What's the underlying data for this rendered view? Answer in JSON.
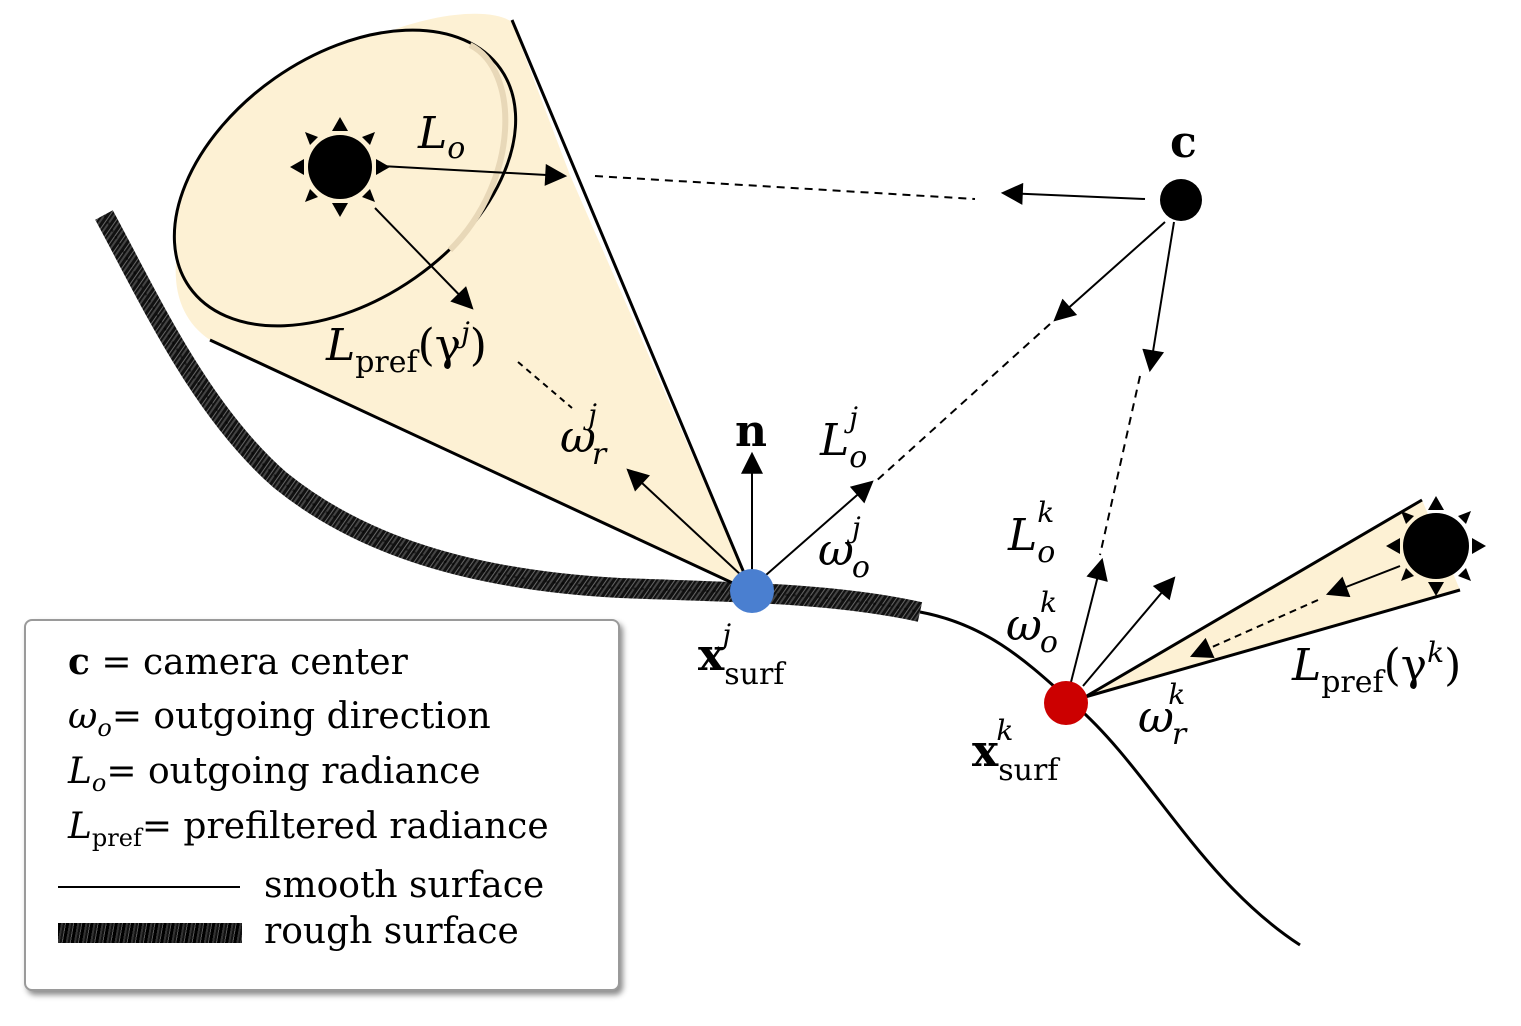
{
  "labels": {
    "camera": "c",
    "normal": "n",
    "L_o_cone": "L",
    "L_o_cone_sub": "o",
    "L_pref_j": "L",
    "L_pref_j_sub": "pref",
    "L_pref_j_arg": "(γ",
    "L_pref_j_sup": "j",
    "L_pref_j_close": ")",
    "omega_r_j": "ω",
    "omega_r_j_sub": "r",
    "omega_r_j_sup": "j",
    "L_o_j": "L",
    "L_o_j_sub": "o",
    "L_o_j_sup": "j",
    "omega_o_j": "ω",
    "omega_o_j_sub": "o",
    "omega_o_j_sup": "j",
    "x_surf_j": "x",
    "x_surf_j_sub": "surf",
    "x_surf_j_sup": "j",
    "L_o_k": "L",
    "L_o_k_sub": "o",
    "L_o_k_sup": "k",
    "omega_o_k": "ω",
    "omega_o_k_sub": "o",
    "omega_o_k_sup": "k",
    "x_surf_k": "x",
    "x_surf_k_sub": "surf",
    "x_surf_k_sup": "k",
    "omega_r_k": "ω",
    "omega_r_k_sub": "r",
    "omega_r_k_sup": "k",
    "L_pref_k": "L",
    "L_pref_k_sub": "pref",
    "L_pref_k_arg": "(γ",
    "L_pref_k_sup": "k",
    "L_pref_k_close": ")"
  },
  "legend": {
    "camera_symbol": "c",
    "camera_text": " = camera center",
    "omega_symbol": "ω",
    "omega_sub": "o",
    "omega_text": "= outgoing direction",
    "L_symbol": "L",
    "L_sub": "o",
    "L_text": "= outgoing radiance",
    "Lpref_symbol": "L",
    "Lpref_sub": "pref",
    "Lpref_text": "= prefiltered radiance",
    "smooth_text": "smooth surface",
    "rough_text": "rough surface"
  },
  "colors": {
    "cone_fill": "#fdf1d4",
    "point_j": "#4a7fd0",
    "point_k": "#cc0000",
    "ink": "#000000"
  },
  "icons": [
    "sun-icon",
    "sun-icon"
  ]
}
